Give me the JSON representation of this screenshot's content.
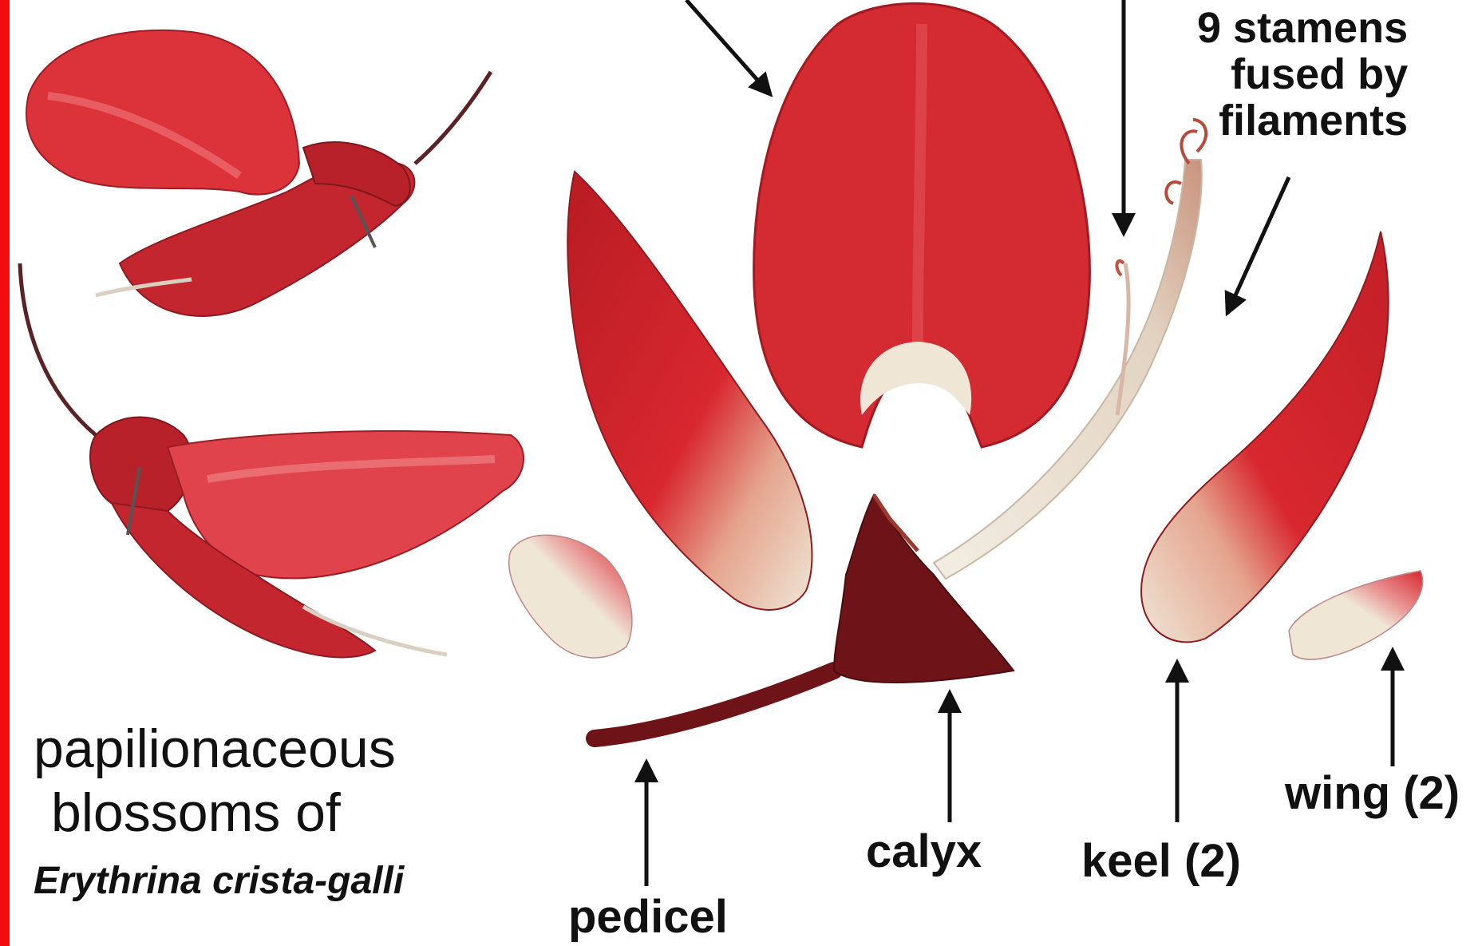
{
  "colors": {
    "left_border": "#f10d0d",
    "petal_red": "#d8272f",
    "petal_dark": "#a8181f",
    "petal_light": "#ea5a60",
    "calyx": "#6e1418",
    "pale_base": "#efe6d6",
    "text": "#111111"
  },
  "labels": {
    "stamens": [
      "9 stamens",
      "fused by",
      "filaments"
    ],
    "pedicel": "pedicel",
    "calyx": "calyx",
    "keel": "keel (2)",
    "wing": "wing (2)"
  },
  "caption": {
    "line1": "papilionaceous",
    "line2": "blossoms of",
    "line3": "Erythrina crista-galli"
  },
  "icons": [
    "arrow-icon"
  ]
}
